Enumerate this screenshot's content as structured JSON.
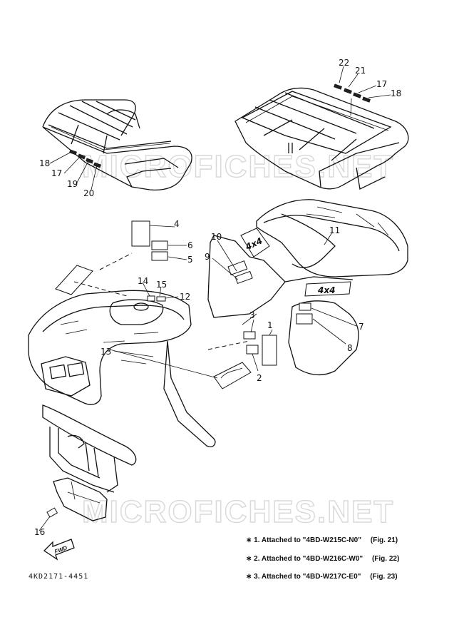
{
  "callouts": [
    "1",
    "2",
    "3",
    "4",
    "5",
    "6",
    "7",
    "8",
    "9",
    "10",
    "11",
    "12",
    "13",
    "14",
    "15",
    "16",
    "17",
    "17",
    "18",
    "18",
    "19",
    "20",
    "21",
    "22"
  ],
  "fwd_label": "FWD",
  "decal_4x4": "4x4",
  "watermark_1": "MICROFICHES.NET",
  "watermark_2": "MICROFICHES.NET",
  "catalog_number": "4KD2171-4451",
  "notes": [
    {
      "text": "∗ 1. Attached to \"4BD-W215C-N0\"",
      "fig": "(Fig. 21)"
    },
    {
      "text": "∗ 2. Attached to \"4BD-W216C-W0\"",
      "fig": "(Fig. 22)"
    },
    {
      "text": "∗ 3. Attached to \"4BD-W217C-E0\"",
      "fig": "(Fig. 23)"
    }
  ]
}
